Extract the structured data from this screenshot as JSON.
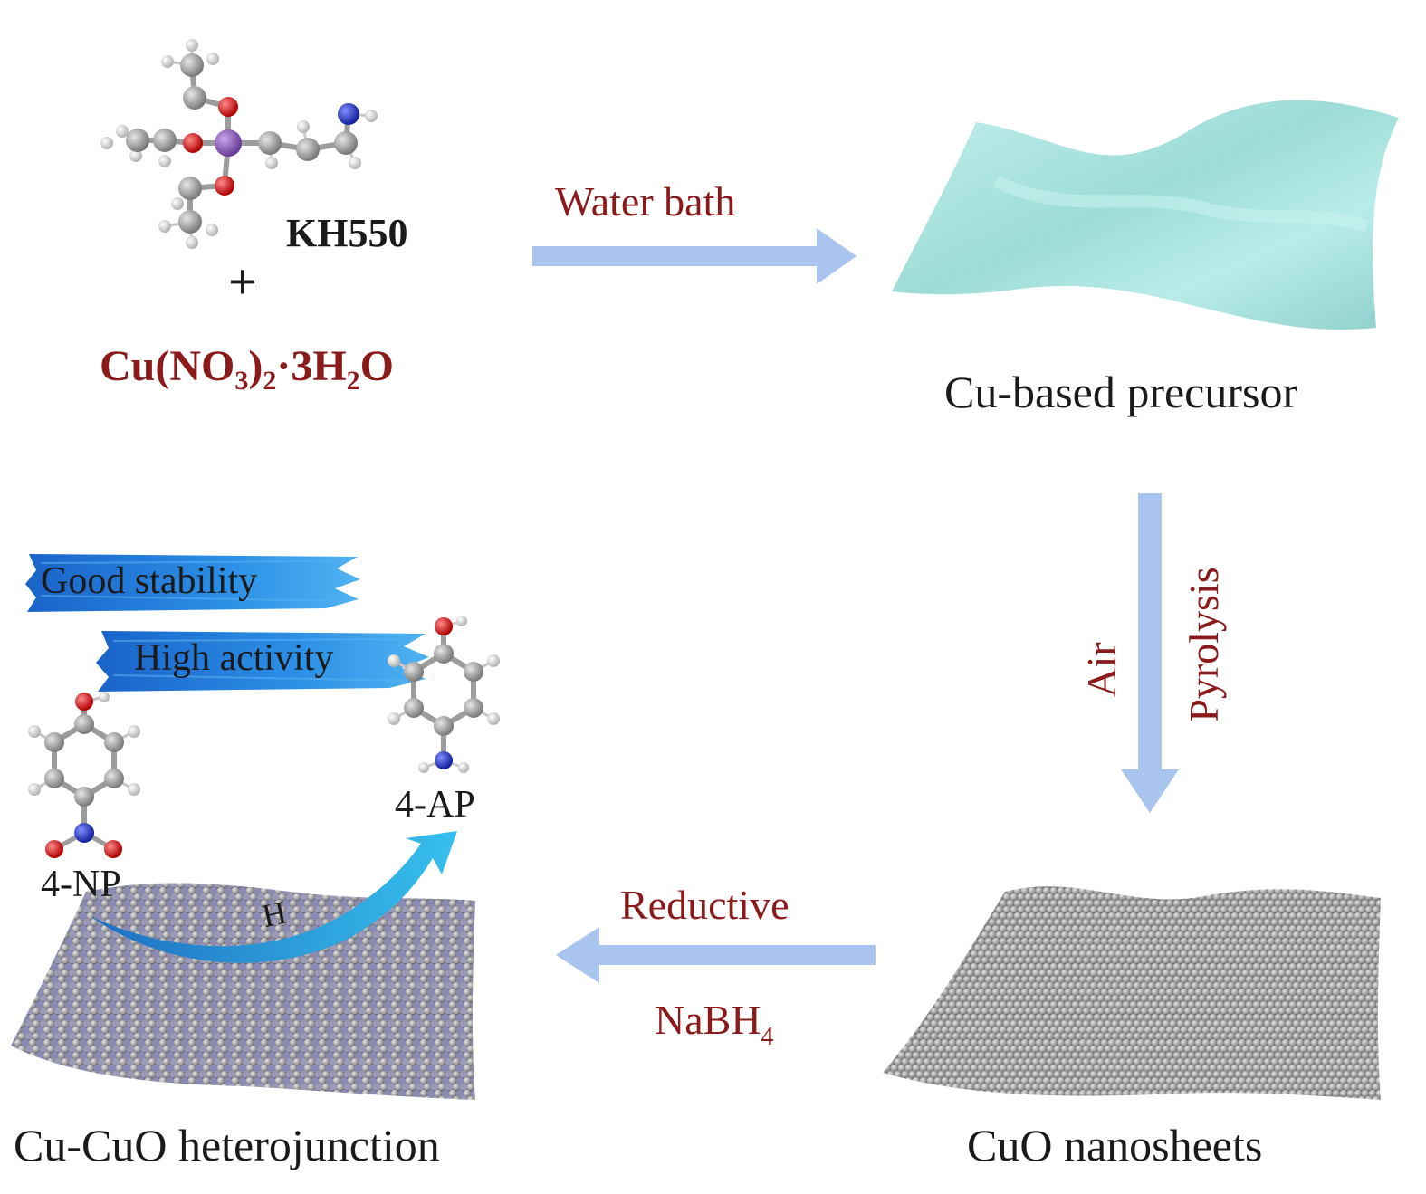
{
  "reactants": {
    "silane_label": "KH550",
    "plus": "+",
    "copper_salt": {
      "p1": "Cu(NO",
      "s1": "3",
      "p2": ")",
      "s2": "2",
      "p3": "·3H",
      "s3": "2",
      "p4": "O"
    }
  },
  "steps": {
    "water_bath": "Water bath",
    "air": "Air",
    "pyrolysis": "Pyrolysis",
    "reductive": "Reductive",
    "nabh4": {
      "p1": "NaBH",
      "s1": "4"
    }
  },
  "products": {
    "precursor": "Cu-based precursor",
    "cuo": "CuO nanosheets",
    "heterojunction": "Cu-CuO heterojunction"
  },
  "features": {
    "stability": "Good stability",
    "activity": "High activity"
  },
  "catalysis": {
    "reactant": "4-NP",
    "product": "4-AP",
    "hydrogen": "H"
  },
  "colors": {
    "label_red": "#8b1a1a",
    "arrow_blue": "#a9c4ee",
    "sheet_cyan": "#a8e3df",
    "brush_blue": "#1f7ed8",
    "curve_blue": "#2fa8e0",
    "atom_carbon": "#8f8f8f",
    "atom_oxygen": "#d81e1e",
    "atom_nitrogen": "#1f2fc8",
    "atom_silicon": "#8a55b8",
    "atom_hydrogen": "#d9d9d9"
  }
}
